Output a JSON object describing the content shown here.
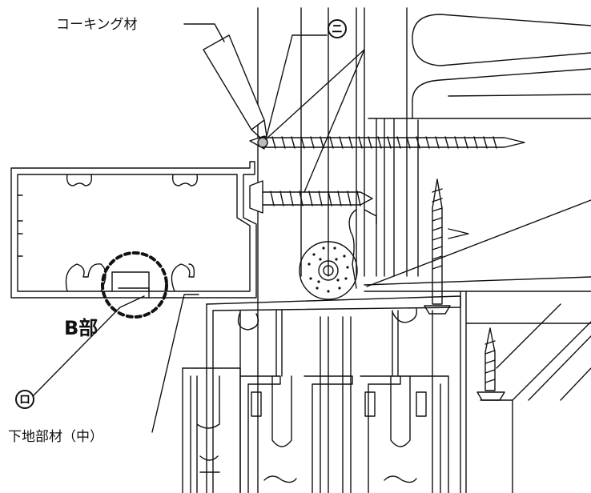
{
  "labels": {
    "caulking_material": "コーキング材",
    "lower_base_member": "下地部材（中）",
    "part_b": "B部",
    "marker_ni": "ニ",
    "marker_ro": "ロ"
  },
  "colors": {
    "line": "#111111",
    "background": "#ffffff"
  }
}
